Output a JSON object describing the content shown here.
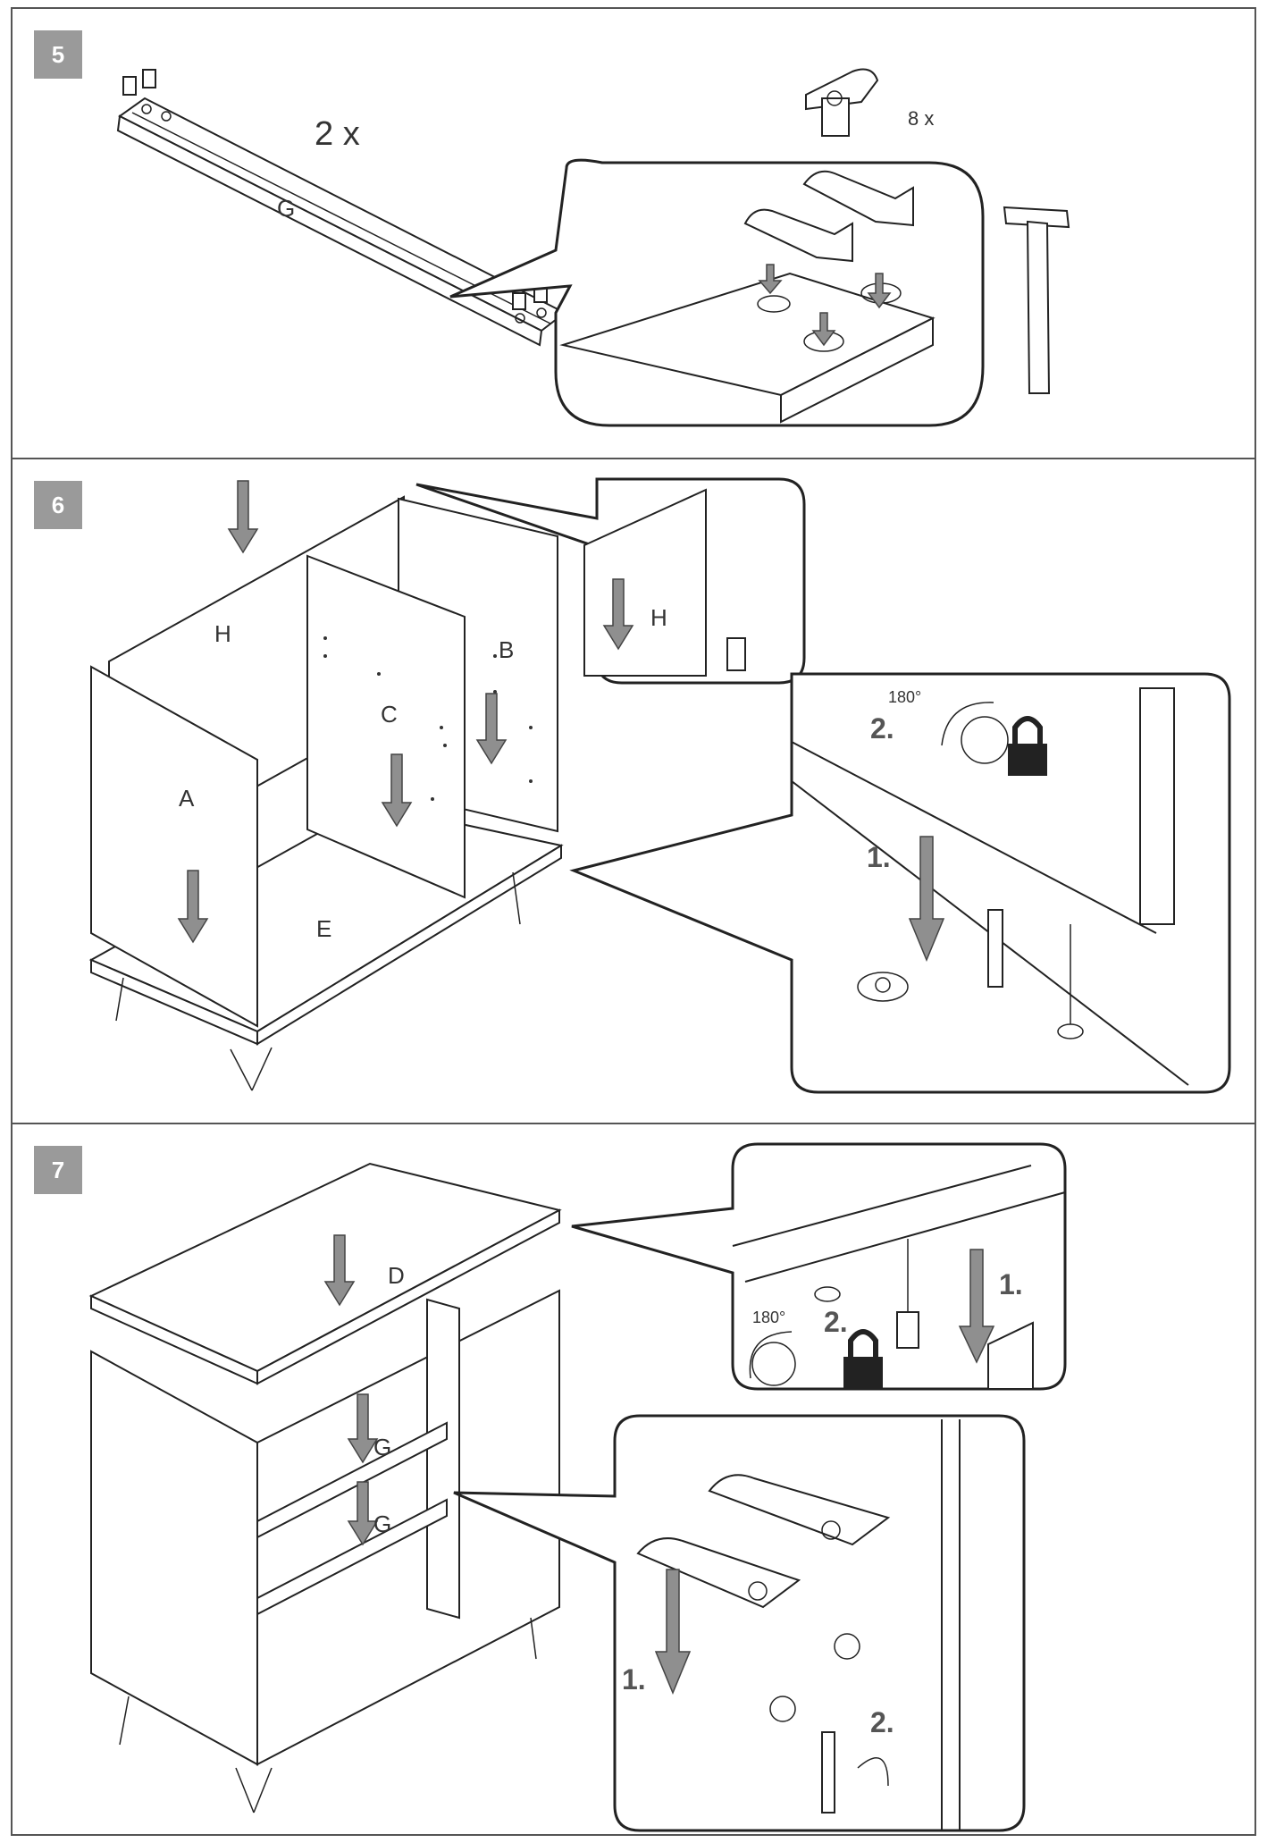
{
  "steps": [
    {
      "number": "5",
      "labels": {
        "multiplier": "2 x",
        "part": "G",
        "hardware_count": "8 x"
      }
    },
    {
      "number": "6",
      "labels": {
        "part_h": "H",
        "part_b": "B",
        "part_c": "C",
        "part_a": "A",
        "part_e": "E",
        "detail_h": "H",
        "angle": "180°",
        "step1": "1.",
        "step2": "2."
      }
    },
    {
      "number": "7",
      "labels": {
        "part_d": "D",
        "part_g1": "G",
        "part_g2": "G",
        "angle": "180°",
        "step1_top": "1.",
        "step2_top": "2.",
        "step1_bottom": "1.",
        "step2_bottom": "2."
      }
    }
  ]
}
